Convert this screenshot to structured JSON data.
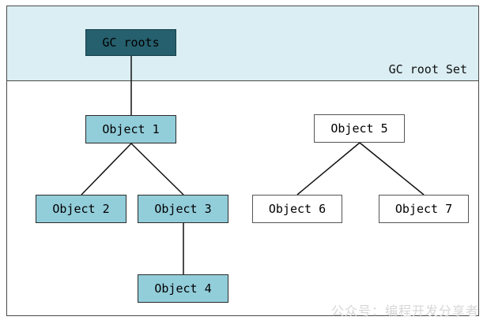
{
  "diagram": {
    "title_band": {
      "label": "GC root Set"
    },
    "watermark": "公众号：编程开发分享者",
    "colors": {
      "band_background": "#daeef3",
      "root_node_fill": "#265f6d",
      "reachable_node_fill": "#92cdda",
      "unreachable_node_fill": "#ffffff",
      "border": "#4a4a4a",
      "edge": "#111111",
      "watermark_text": "#d6d6d6"
    },
    "nodes": [
      {
        "id": "gc-roots",
        "label": "GC roots",
        "kind": "root"
      },
      {
        "id": "object-1",
        "label": "Object 1",
        "kind": "reachable"
      },
      {
        "id": "object-2",
        "label": "Object 2",
        "kind": "reachable"
      },
      {
        "id": "object-3",
        "label": "Object 3",
        "kind": "reachable"
      },
      {
        "id": "object-4",
        "label": "Object 4",
        "kind": "reachable"
      },
      {
        "id": "object-5",
        "label": "Object 5",
        "kind": "unreachable"
      },
      {
        "id": "object-6",
        "label": "Object 6",
        "kind": "unreachable"
      },
      {
        "id": "object-7",
        "label": "Object 7",
        "kind": "unreachable"
      }
    ],
    "edges": [
      {
        "from": "gc-roots",
        "to": "object-1"
      },
      {
        "from": "object-1",
        "to": "object-2"
      },
      {
        "from": "object-1",
        "to": "object-3"
      },
      {
        "from": "object-3",
        "to": "object-4"
      },
      {
        "from": "object-5",
        "to": "object-6"
      },
      {
        "from": "object-5",
        "to": "object-7"
      }
    ]
  }
}
